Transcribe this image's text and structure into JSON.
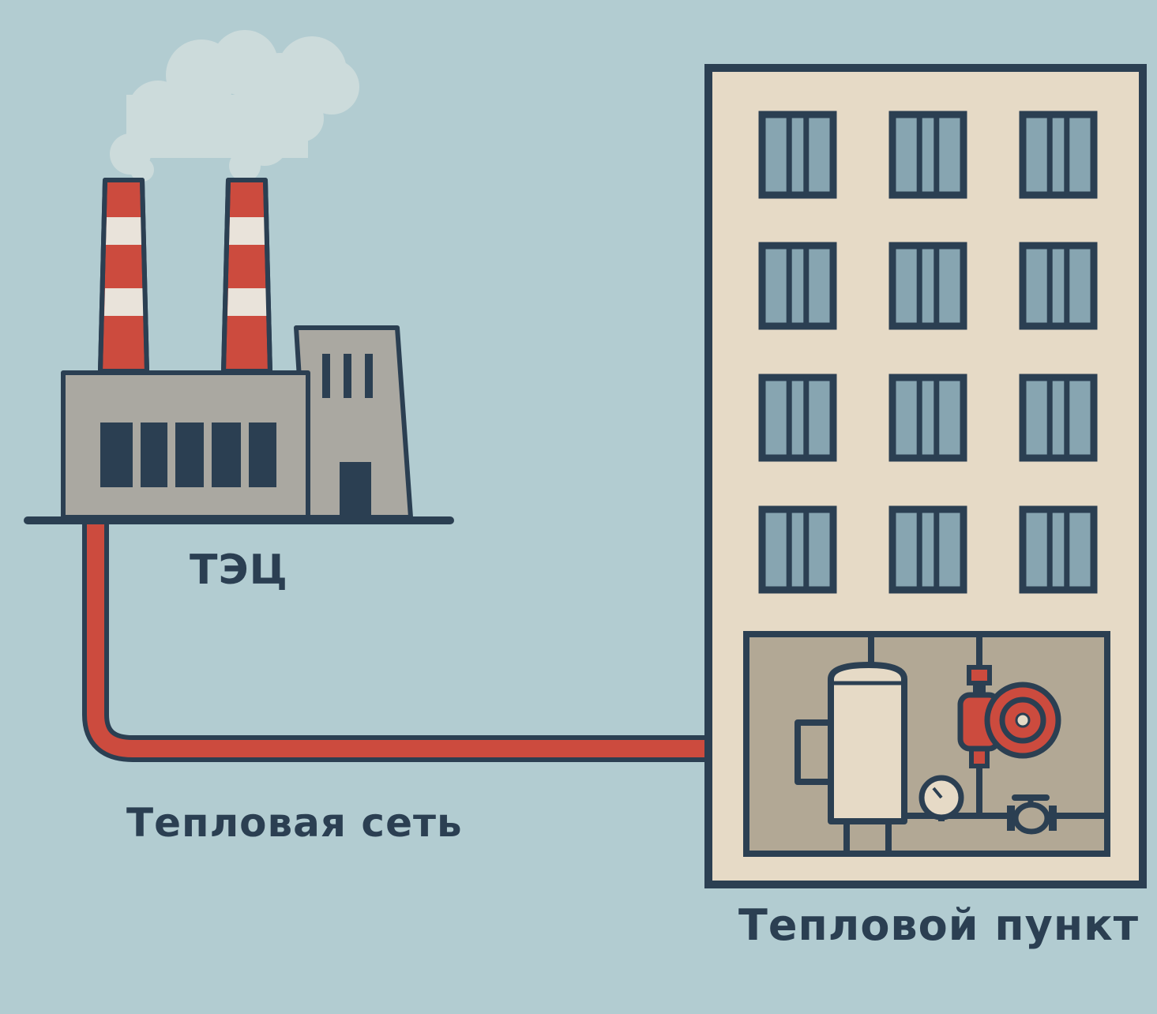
{
  "labels": {
    "plant": "ТЭЦ",
    "network": "Тепловая сеть",
    "substation": "Тепловой пункт"
  },
  "colors": {
    "background": "#b2ccd1",
    "outline": "#2b3f52",
    "pipe": "#cc4b3e",
    "chimney_white": "#e9e3da",
    "plant_wall": "#aaa8a1",
    "building_wall": "#e6dac6",
    "window_glass": "#87a5b1",
    "substation_room": "#b2a895",
    "smoke": "#ccdbdb"
  },
  "building": {
    "floors": 4,
    "windows_per_floor": 3
  }
}
